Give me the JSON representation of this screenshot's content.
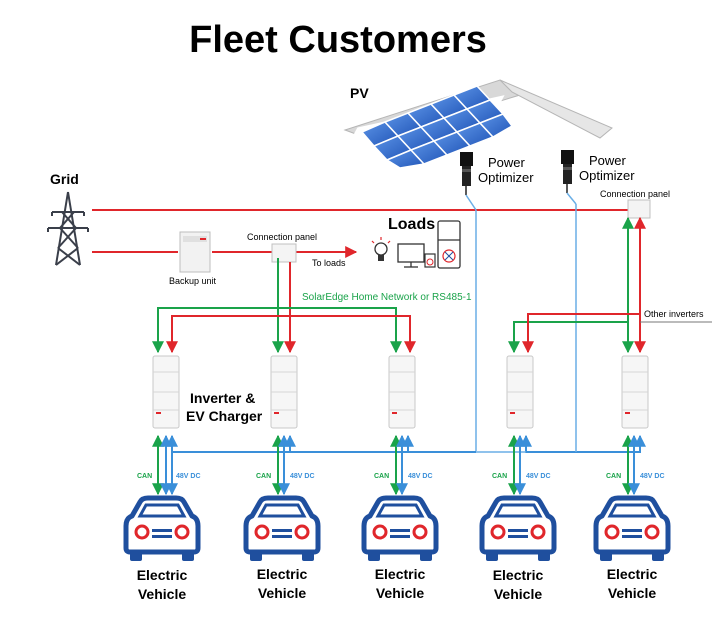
{
  "title": "Fleet Customers",
  "labels": {
    "pv": "PV",
    "grid": "Grid",
    "power_optimizer_1_line1": "Power",
    "power_optimizer_1_line2": "Optimizer",
    "power_optimizer_2_line1": "Power",
    "power_optimizer_2_line2": "Optimizer",
    "connection_panel_left": "Connection panel",
    "connection_panel_right": "Connection panel",
    "to_loads": "To loads",
    "loads": "Loads",
    "backup_unit": "Backup unit",
    "network": "SolarEdge Home Network or RS485-1",
    "other_inverters": "Other inverters",
    "inverter_line1": "Inverter &",
    "inverter_line2": "EV Charger"
  },
  "chargers": [
    {
      "can": "CAN",
      "dc": "48V DC",
      "ev_line1": "Electric",
      "ev_line2": "Vehicle"
    },
    {
      "can": "CAN",
      "dc": "48V DC",
      "ev_line1": "Electric",
      "ev_line2": "Vehicle"
    },
    {
      "can": "CAN",
      "dc": "48V DC",
      "ev_line1": "Electric",
      "ev_line2": "Vehicle"
    },
    {
      "can": "CAN",
      "dc": "48V DC",
      "ev_line1": "Electric",
      "ev_line2": "Vehicle"
    },
    {
      "can": "CAN",
      "dc": "48V DC",
      "ev_line1": "Electric",
      "ev_line2": "Vehicle"
    }
  ],
  "colors": {
    "ac_line": "#e0262b",
    "comm_line": "#1aa34a",
    "dc_line": "#3a8fd9",
    "panel_blue": "#2f6fd0",
    "car_blue": "#1f4f9e"
  }
}
